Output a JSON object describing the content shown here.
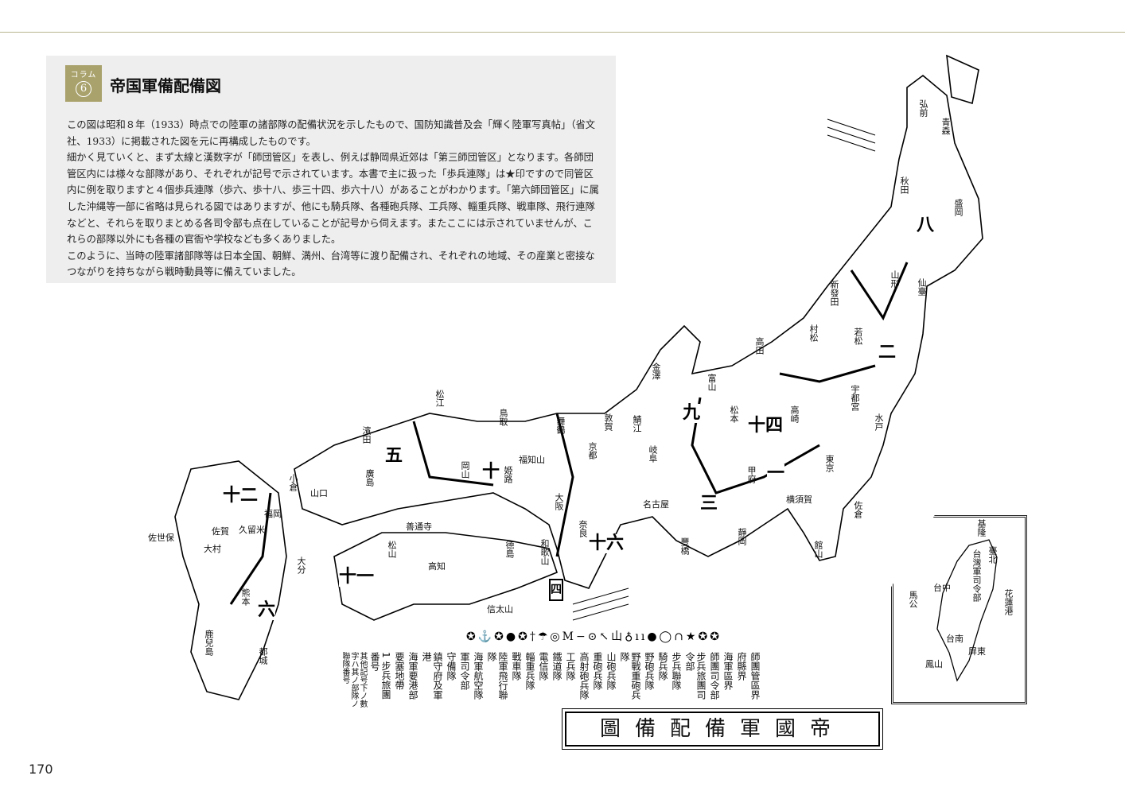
{
  "column": {
    "badge_label": "コラム",
    "badge_number": "6",
    "title": "帝国軍備配備図",
    "paragraphs": [
      "この図は昭和８年（1933）時点での陸軍の諸部隊の配備状況を示したもので、国防知識普及会「輝く陸軍写真帖」（省文社、1933）に掲載された図を元に再構成したものです。",
      "細かく見ていくと、まず太線と漢数字が「師団管区」を表し、例えば静岡県近郊は「第三師団管区」となります。各師団管区内には様々な部隊があり、それぞれが記号で示されています。本書で主に扱った「歩兵連隊」は★印ですので同管区内に例を取りますと４個歩兵連隊（歩六、歩十八、歩三十四、歩六十八）があることがわかります。「第六師団管区」に属した沖縄等一部に省略は見られる図ではありますが、他にも騎兵隊、各種砲兵隊、工兵隊、輜重兵隊、戦車隊、飛行連隊などと、それらを取りまとめる各司令部も点在していることが記号から伺えます。またここには示されていませんが、これらの部隊以外にも各種の官衙や学校なども多くありました。",
      "このように、当時の陸軍諸部隊等は日本全国、朝鮮、満州、台湾等に渡り配備され、それぞれの地域、その産業と密接なつながりを持ちながら戦時動員等に備えていました。"
    ]
  },
  "map": {
    "title": "帝國軍備配備圖",
    "divisions": [
      "八",
      "二",
      "九",
      "十四",
      "一",
      "三",
      "十",
      "五",
      "四",
      "十一",
      "六",
      "十六",
      "十二"
    ],
    "places": [
      "弘前",
      "青森",
      "秋田",
      "盛岡",
      "山形",
      "仙臺",
      "新發田",
      "村松",
      "若松",
      "高田",
      "金澤",
      "富山",
      "松本",
      "高崎",
      "宇都宮",
      "水戸",
      "甲府",
      "東京",
      "佐倉",
      "松江",
      "鳥取",
      "濱田",
      "山口",
      "福知山",
      "姫路",
      "岡山",
      "廣島",
      "善通寺",
      "松山",
      "高知",
      "德島",
      "和歌山",
      "大阪",
      "奈良",
      "京都",
      "敦賀",
      "鯖江",
      "岐阜",
      "名古屋",
      "豐橋",
      "靜岡",
      "小倉",
      "福岡",
      "久留米",
      "佐賀",
      "大村",
      "佐世保",
      "熊本",
      "大分",
      "都城",
      "鹿兒島",
      "舞鶴",
      "横須賀",
      "館山",
      "信太山"
    ],
    "legend_symbols": "✪⚓✪●✪†☂◎M−⊙↖山♁ıı●◯∩★✪✪",
    "legend": [
      "師團管區界",
      "府縣界",
      "海軍區界",
      "師團司令部",
      "步兵旅團司令部",
      "步兵聯隊",
      "騎兵隊",
      "野砲兵隊",
      "野戰重砲兵隊",
      "山砲兵隊",
      "重砲兵隊",
      "高射砲兵隊",
      "工兵隊",
      "鐵道隊",
      "電信隊",
      "輜重兵隊",
      "戰車隊",
      "陸軍飛行聯隊",
      "海軍航空隊",
      "軍司令部",
      "守備隊",
      "鎮守府及軍港",
      "海軍要港部",
      "要塞地帶",
      "1 步兵旅團番号",
      "其他記号下ノ數字ハ其ノ部隊ノ聯隊番号"
    ],
    "taiwan": [
      "基隆",
      "臺北",
      "台灣軍司令部",
      "花蓮港",
      "台中",
      "馬公",
      "台南",
      "屏東",
      "鳳山"
    ]
  },
  "page_number": "170"
}
